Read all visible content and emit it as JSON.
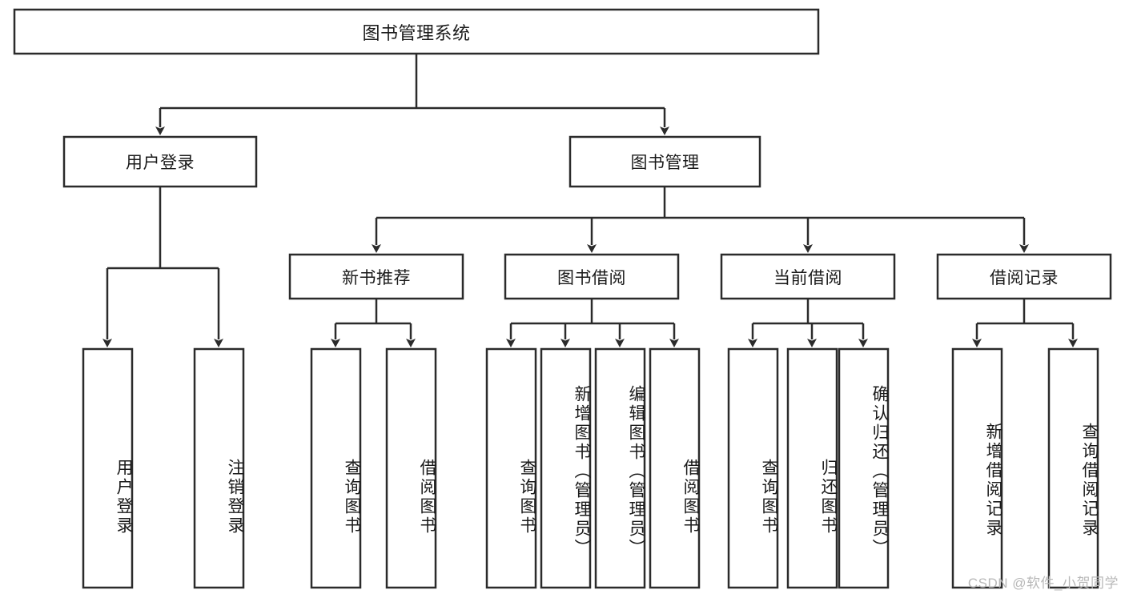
{
  "diagram": {
    "title_node": {
      "id": "root",
      "label": "图书管理系统",
      "orientation": "horizontal"
    },
    "level2": [
      {
        "id": "user-login",
        "label": "用户登录",
        "orientation": "horizontal"
      },
      {
        "id": "book-manage",
        "label": "图书管理",
        "orientation": "horizontal"
      }
    ],
    "level3": [
      {
        "id": "new-book-recommend",
        "label": "新书推荐",
        "orientation": "horizontal"
      },
      {
        "id": "book-borrow",
        "label": "图书借阅",
        "orientation": "horizontal"
      },
      {
        "id": "current-borrow",
        "label": "当前借阅",
        "orientation": "horizontal"
      },
      {
        "id": "borrow-record",
        "label": "借阅记录",
        "orientation": "horizontal"
      }
    ],
    "leaves": [
      {
        "id": "leaf-user-login",
        "label": "用户登录",
        "parent": "user-login",
        "orientation": "vertical"
      },
      {
        "id": "leaf-logout",
        "label": "注销登录",
        "parent": "user-login",
        "orientation": "vertical"
      },
      {
        "id": "leaf-query-book-1",
        "label": "查询图书",
        "parent": "new-book-recommend",
        "orientation": "vertical"
      },
      {
        "id": "leaf-borrow-book-1",
        "label": "借阅图书",
        "parent": "new-book-recommend",
        "orientation": "vertical"
      },
      {
        "id": "leaf-query-book-2",
        "label": "查询图书",
        "parent": "book-borrow",
        "orientation": "vertical"
      },
      {
        "id": "leaf-add-book",
        "label": "新增图书（管理员）",
        "parent": "book-borrow",
        "orientation": "vertical"
      },
      {
        "id": "leaf-edit-book",
        "label": "编辑图书（管理员）",
        "parent": "book-borrow",
        "orientation": "vertical"
      },
      {
        "id": "leaf-borrow-book-2",
        "label": "借阅图书",
        "parent": "book-borrow",
        "orientation": "vertical"
      },
      {
        "id": "leaf-query-book-3",
        "label": "查询图书",
        "parent": "current-borrow",
        "orientation": "vertical"
      },
      {
        "id": "leaf-return-book",
        "label": "归还图书",
        "parent": "current-borrow",
        "orientation": "vertical"
      },
      {
        "id": "leaf-confirm-return",
        "label": "确认归还（管理员）",
        "parent": "current-borrow",
        "orientation": "vertical"
      },
      {
        "id": "leaf-add-record",
        "label": "新增借阅记录",
        "parent": "borrow-record",
        "orientation": "vertical"
      },
      {
        "id": "leaf-query-record",
        "label": "查询借阅记录",
        "parent": "borrow-record",
        "orientation": "vertical"
      }
    ],
    "colors": {
      "box_stroke": "#2b2b2b",
      "box_fill": "#ffffff",
      "connector": "#2b2b2b",
      "text": "#1a1a1a",
      "watermark": "#b8b8b8"
    }
  },
  "watermark": {
    "text": "CSDN @软件_小贺同学"
  }
}
